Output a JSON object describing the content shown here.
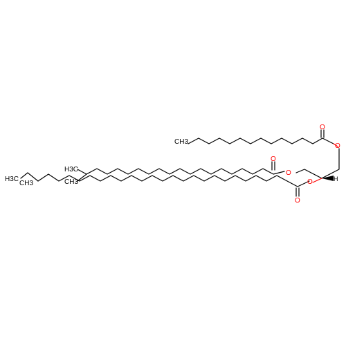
{
  "molecule": {
    "bond_color": "#000000",
    "oxygen_color": "#ff0000",
    "atom_labels": {
      "o_ester_top_double": "O",
      "o_ester_top_single": "O",
      "o_ester_mid_double": "O",
      "o_ester_mid_single": "O",
      "o_ester_bottom_single": "O",
      "o_ester_bottom_double": "O",
      "chain_top_terminal": "CH3",
      "chain_mid_terminal_a": "H3C",
      "chain_mid_terminal_b": "CH3",
      "chain_bottom_terminal_a": "H3C",
      "chain_bottom_terminal_b": "CH3",
      "stereo_h": "H"
    }
  }
}
